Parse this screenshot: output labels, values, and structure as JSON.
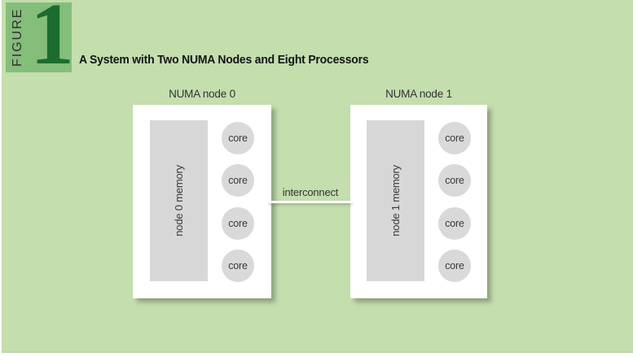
{
  "figure": {
    "kicker": "FIGURE",
    "number": "1",
    "title": "A System with Two NUMA Nodes and Eight Processors"
  },
  "diagram": {
    "nodes": [
      {
        "name": "NUMA node 0",
        "memory_label": "node 0 memory",
        "cores": [
          "core",
          "core",
          "core",
          "core"
        ]
      },
      {
        "name": "NUMA node 1",
        "memory_label": "node 1 memory",
        "cores": [
          "core",
          "core",
          "core",
          "core"
        ]
      }
    ],
    "interconnect_label": "interconnect"
  },
  "colors": {
    "panel_background": "#c4deae",
    "figure_badge_green": "#85bd7b",
    "figure_number_green": "#1b6c2e",
    "node_box_white": "#ffffff",
    "memory_gray": "#d7d7d7",
    "core_gray": "#d9d9d9",
    "label_text": "#3a3a3a",
    "title_text": "#141414"
  }
}
